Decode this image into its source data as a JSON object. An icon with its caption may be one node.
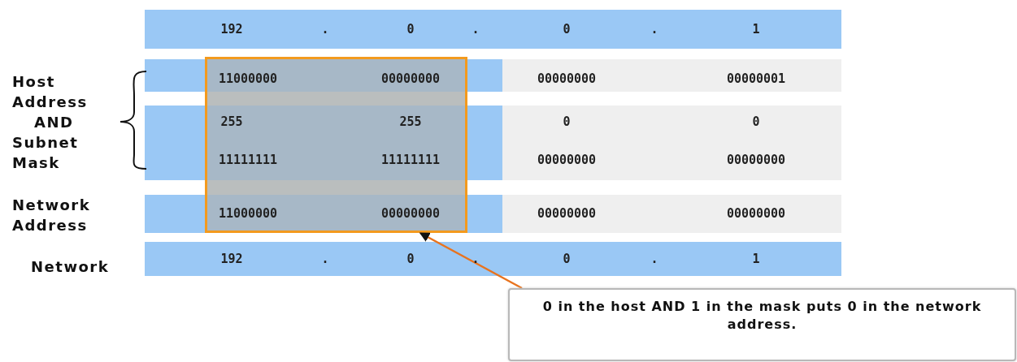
{
  "diagram": {
    "nodes": [
      {
        "text": [],
        "shape": "box"
      },
      {
        "text": [
          "0 in the host AND 1 in the mask puts 0 in the network address."
        ]
      }
    ],
    "edges": [
      {
        "from": 1,
        "to": 0,
        "arrow": "to"
      }
    ],
    "labels": [
      "192",
      ".",
      "0",
      ".",
      "0",
      ".",
      "1",
      "Host Address",
      "11000000",
      "00000000",
      "00000000",
      "00000001",
      "AND",
      "255",
      "255",
      "0",
      "0",
      "Subnet Mask",
      "11111111",
      "11111111",
      "00000000",
      "00000000",
      "Network Address",
      "11000000",
      "00000000",
      "00000000",
      "00000000",
      "Network",
      "192",
      ".",
      "0",
      ".",
      "0",
      ".",
      "1"
    ]
  }
}
